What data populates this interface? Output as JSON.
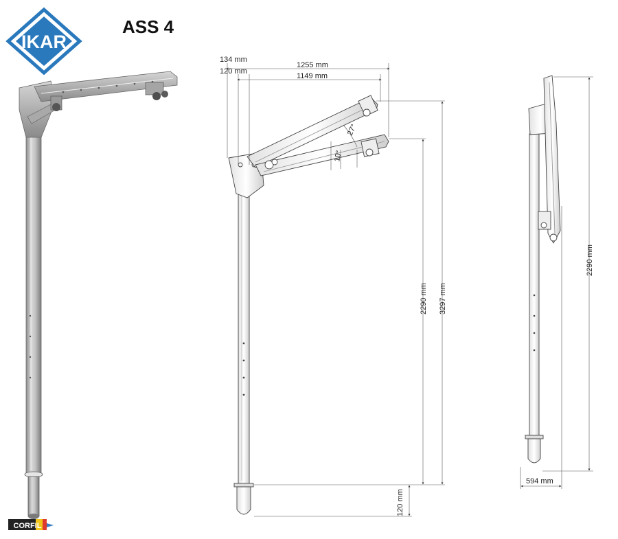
{
  "header": {
    "title": "ASS 4"
  },
  "logo": {
    "text": "IKAR",
    "color": "#2a79bd"
  },
  "footer_logo": {
    "text": "CORFIL"
  },
  "dimensions": {
    "top_outer": "134 mm",
    "top_inner": "120 mm",
    "arm_long": "1255 mm",
    "arm_short": "1149 mm",
    "angle_upper": "27°",
    "angle_lower": "10°",
    "height_lower": "2290 mm",
    "height_upper": "3297 mm",
    "base_socket": "120 mm",
    "folded_height": "2290 mm",
    "folded_width": "594 mm"
  },
  "colors": {
    "metal": "#b8b8b8",
    "metal_dark": "#7a7a7a",
    "line": "#444444"
  }
}
